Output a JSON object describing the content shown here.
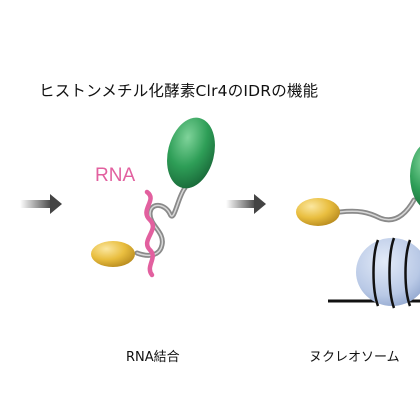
{
  "diagram": {
    "title": "ヒストンメチル化酵素Clr4のIDRの機能",
    "rna_tag": "RNA",
    "panels": [
      {
        "caption": "RNA結合"
      },
      {
        "caption": "ヌクレオソーム"
      }
    ]
  },
  "colors": {
    "rna": "#e2609f",
    "green_domain": "#2e9e57",
    "yellow_domain": "#e9be3f",
    "linker": "#8a8a8a",
    "nucleosome": "#b9c9e6",
    "dna": "#111111",
    "arrow": "#555555"
  }
}
